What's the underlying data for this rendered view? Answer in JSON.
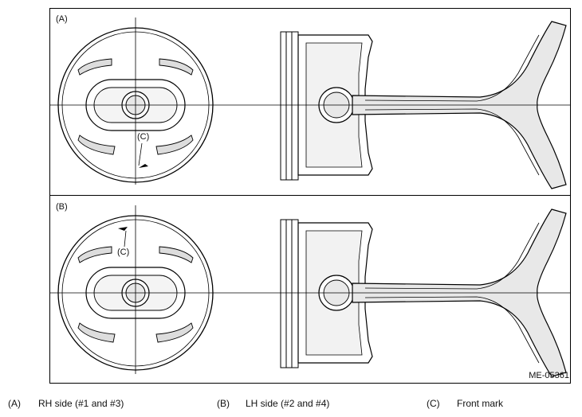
{
  "panels": {
    "a_label": "(A)",
    "b_label": "(B)",
    "callout_c": "(C)"
  },
  "figure_code": "ME-05361",
  "legend": [
    {
      "key": "(A)",
      "text": "RH side (#1 and #3)"
    },
    {
      "key": "(B)",
      "text": "LH side (#2 and #4)"
    },
    {
      "key": "(C)",
      "text": "Front mark"
    }
  ],
  "colors": {
    "line": "#000000",
    "fill": "#e8e8e8",
    "background": "#ffffff"
  }
}
